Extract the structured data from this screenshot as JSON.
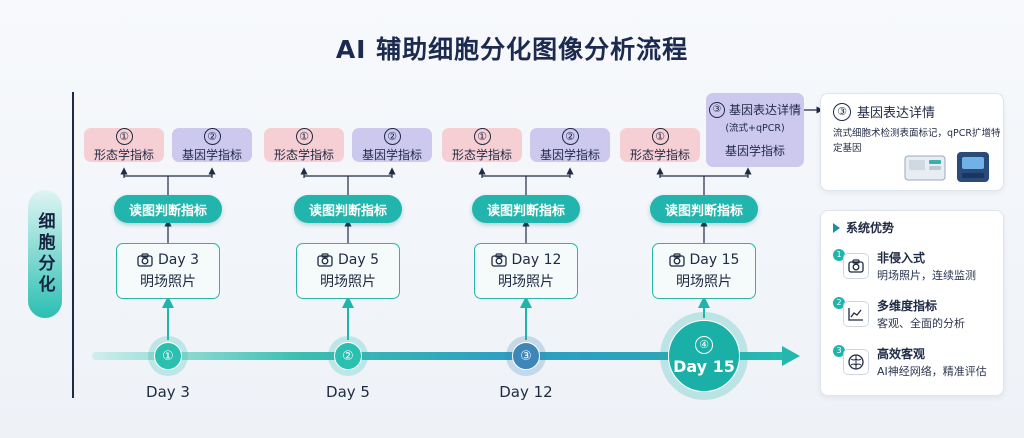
{
  "title": "AI 辅助细胞分化图像分析流程",
  "side_label": "细胞分化",
  "chips": {
    "num1": "①",
    "num2": "②",
    "morph": "形态学指标",
    "gene": "基因学指标"
  },
  "gene_detail_chip": {
    "num": "③",
    "title": "基因表达详情",
    "sub": "(流式+qPCR)",
    "gene": "基因学指标"
  },
  "read_label": "读图判断指标",
  "photo_label": "明场照片",
  "stages": [
    {
      "photo_day": "Day 3",
      "node": "①",
      "day": "Day 3"
    },
    {
      "photo_day": "Day 5",
      "node": "②",
      "day": "Day 5"
    },
    {
      "photo_day": "Day 12",
      "node": "③",
      "day": "Day 12"
    },
    {
      "photo_day": "Day 15",
      "node": "④",
      "day": "Day 15"
    }
  ],
  "gene_panel": {
    "num": "③",
    "title": "基因表达详情",
    "desc": "流式细胞术检测表面标记，qPCR扩增特定基因"
  },
  "advantages": {
    "header": "系统优势",
    "items": [
      {
        "badge": "1",
        "icon": "camera-icon",
        "title": "非侵入式",
        "desc": "明场照片，连续监测"
      },
      {
        "badge": "2",
        "icon": "chart-icon",
        "title": "多维度指标",
        "desc": "客观、全面的分析"
      },
      {
        "badge": "3",
        "icon": "brain-icon",
        "title": "高效客观",
        "desc": "AI神经网络，精准评估"
      }
    ]
  },
  "colors": {
    "teal": "#21b5ad",
    "morph": "#f5cfd3",
    "gene": "#cdc8ee",
    "node_blue": "#3f86b8"
  }
}
